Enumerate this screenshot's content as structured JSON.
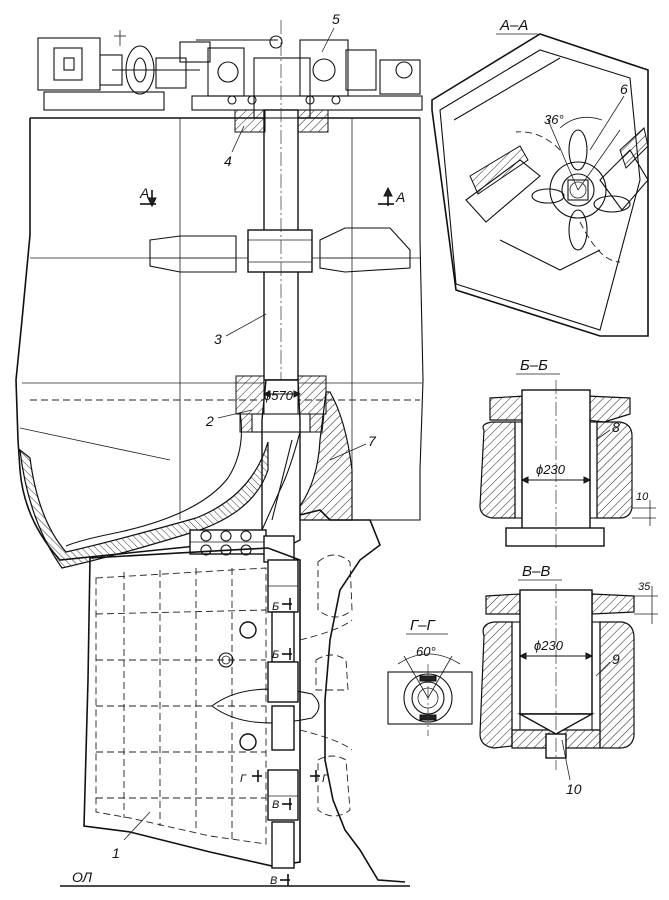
{
  "drawing": {
    "section_labels": {
      "aa": "A–A",
      "bb": "Б–Б",
      "vv": "В–В",
      "gg": "Г–Г"
    },
    "cut_marks": {
      "a_left": "A",
      "a_right": "A",
      "b_upper": "Б",
      "b_lower": "Б",
      "g_left": "Г",
      "g_right": "Г",
      "v_upper": "В",
      "v_lower": "В"
    },
    "callouts": [
      "1",
      "2",
      "3",
      "4",
      "5",
      "6",
      "7",
      "8",
      "9",
      "10",
      "10"
    ],
    "dimensions": {
      "stock_diameter": "ϕ570",
      "pin_diameter_bb": "ϕ230",
      "pin_diameter_vv": "ϕ230",
      "angle_aa": "36°",
      "angle_gg": "60°",
      "gap_bb": "10",
      "gap_vv": "35"
    },
    "baseline_label": "ОЛ"
  }
}
